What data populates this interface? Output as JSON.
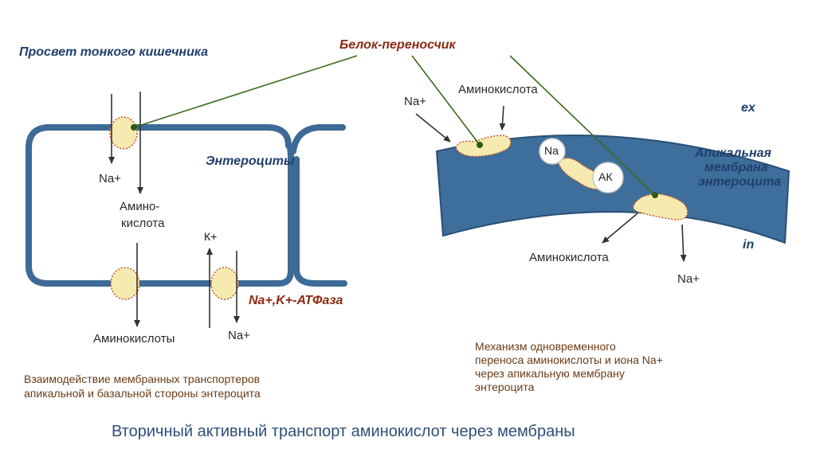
{
  "left": {
    "lumen_label": "Просвет тонкого кишечника",
    "enterocytes_label": "Энтероциты",
    "na_in": "Na+",
    "amino_acid_mid_line1": "Амино-",
    "amino_acid_mid_line2": "кислота",
    "k_plus": "К+",
    "atpase_label": "Na+,K+-АТФаза",
    "amino_acids_out": "Аминокислоты",
    "na_out": "Na+",
    "caption_line1": "Взаимодействие мембранных транспортеров",
    "caption_line2": "апикальной и базальной стороны энтероцита"
  },
  "right": {
    "carrier_protein_label": "Белок-переносчик",
    "na_top": "Na+",
    "amino_acid_top": "Аминокислота",
    "ex_label": "ex",
    "in_label": "in",
    "na_circle": "Na",
    "ak_circle": "АК",
    "apical_line1": "Апикальная",
    "apical_line2": "мембрана",
    "apical_line3": "энтероцита",
    "amino_acid_bottom": "Аминокислота",
    "na_bottom": "Na+",
    "caption_line1": "Механизм одновременного",
    "caption_line2": "переноса аминокислоты и иона Na+",
    "caption_line3": "через апикальную мембрану",
    "caption_line4": "энтероцита"
  },
  "slide_title": "Вторичный активный транспорт аминокислот через мембраны",
  "colors": {
    "membrane": "#3d6a96",
    "membrane_band": "#2f5f8f",
    "carrier_fill": "#f7eab0",
    "carrier_border": "#c2562b",
    "pointer_line": "#3a6a1a",
    "arrow": "#333333"
  }
}
